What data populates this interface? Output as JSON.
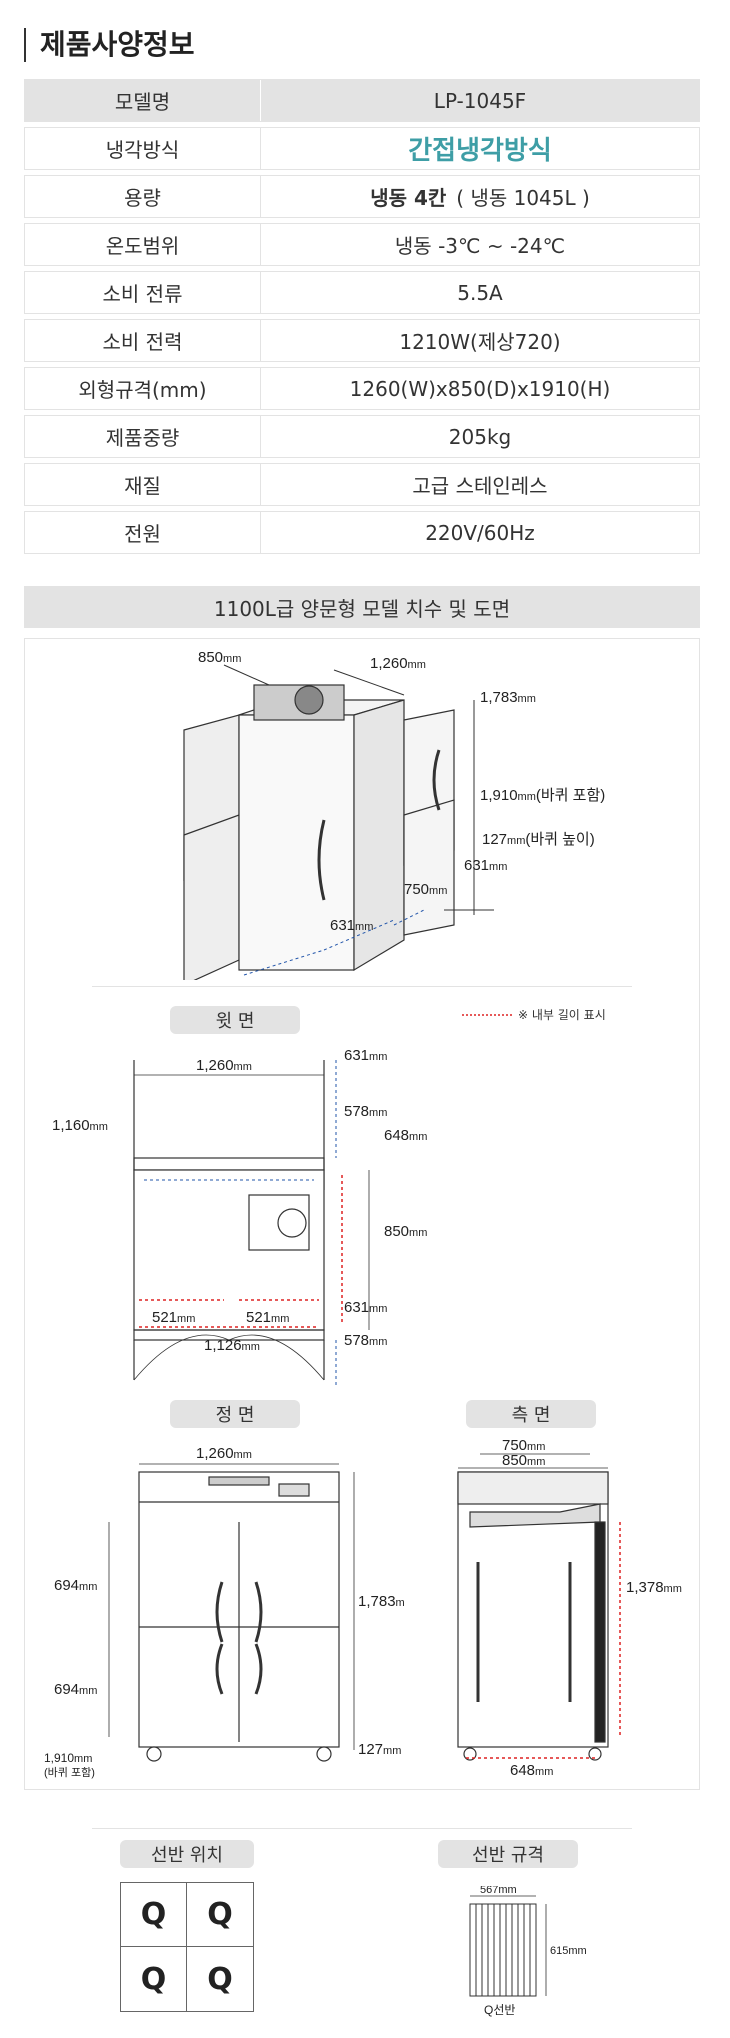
{
  "title": "제품사양정보",
  "specs": [
    {
      "label": "모델명",
      "value": "LP-1045F"
    },
    {
      "label": "냉각방식",
      "value": "간접냉각방식"
    },
    {
      "label": "용량",
      "value_bold": "냉동 4칸",
      "value": "( 냉동 1045L )"
    },
    {
      "label": "온도범위",
      "value": "냉동 -3℃ ~ -24℃"
    },
    {
      "label": "소비 전류",
      "value": "5.5A"
    },
    {
      "label": "소비 전력",
      "value": "1210W(제상720)"
    },
    {
      "label": "외형규격(mm)",
      "value": "1260(W)x850(D)x1910(H)"
    },
    {
      "label": "제품중량",
      "value": "205kg"
    },
    {
      "label": "재질",
      "value": "고급 스테인레스"
    },
    {
      "label": "전원",
      "value": "220V/60Hz"
    }
  ],
  "drawing": {
    "section_title": "1100L급 양문형 모델 치수 및 도면",
    "unit": "mm",
    "iso": {
      "depth": "850",
      "width": "1,260",
      "height_body": "1,783",
      "height_total": "1,910",
      "height_total_note": "(바퀴 포함)",
      "wheel": "127",
      "wheel_note": "(바퀴 높이)",
      "door_side": "631",
      "inner_depth": "750",
      "door_front": "631"
    },
    "legend_note": "※ 내부 길이 표시",
    "top_view": {
      "label": "윗 면",
      "width": "1,260",
      "inner_width": "1,160",
      "door_upper": "631",
      "door_upper_sub": "578",
      "inner_depth": "648",
      "depth": "850",
      "door_lower": "631",
      "door_lower_sub": "578",
      "left_half": "521",
      "right_half": "521",
      "swing": "1,126"
    },
    "front_view": {
      "label": "정 면",
      "width": "1,260",
      "upper": "694",
      "lower": "694",
      "height_body": "1,783",
      "wheel": "127",
      "height_total": "1,910",
      "height_total_note": "(바퀴 포함)"
    },
    "side_view": {
      "label": "측 면",
      "inner_depth": "750",
      "depth": "850",
      "inner_height": "1,378",
      "bottom_depth": "648"
    }
  },
  "shelf_position": {
    "label": "선반 위치",
    "cells": [
      "Q",
      "Q",
      "Q",
      "Q"
    ]
  },
  "shelf_spec": {
    "label": "선반 규격",
    "width": "567",
    "depth": "615",
    "name": "Q선반"
  },
  "colors": {
    "accent": "#3e9ea6",
    "label_bg": "#e3e3e3",
    "dim_red": "#d22",
    "dim_blue": "#2255aa"
  }
}
